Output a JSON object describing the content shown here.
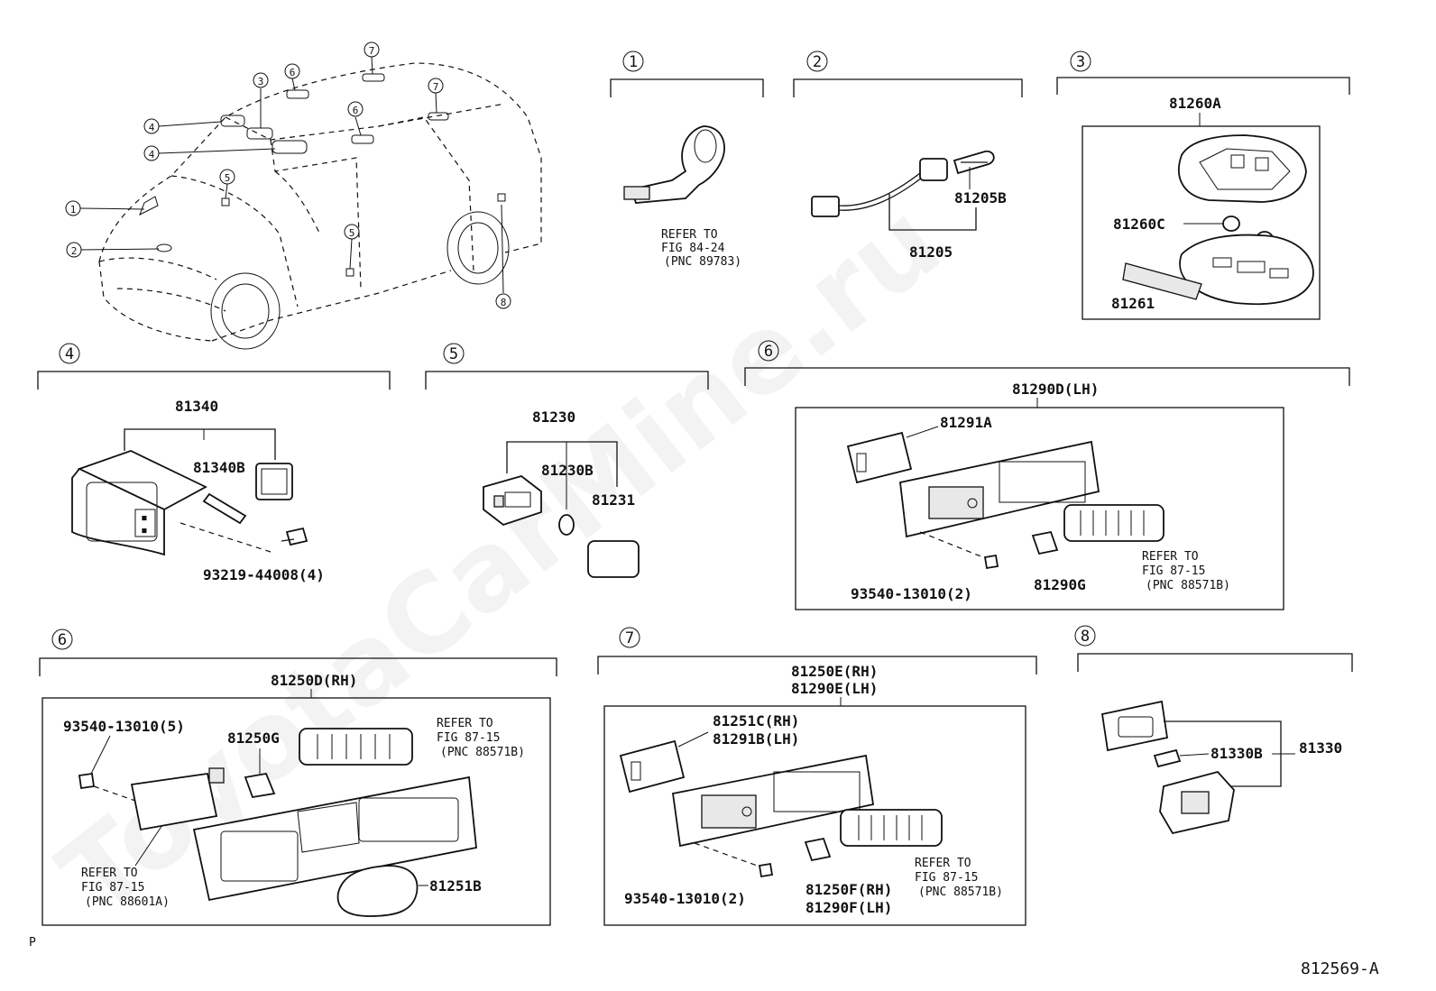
{
  "diagram": {
    "watermark": "ToyotaCarMine.ru",
    "figure_id": "812569-A",
    "corner_mark": "P",
    "car_callouts": [
      "1",
      "2",
      "3",
      "4",
      "4",
      "5",
      "5",
      "6",
      "6",
      "7",
      "7",
      "8"
    ],
    "sections": [
      {
        "id": "1",
        "parts": [],
        "notes": [
          "REFER TO",
          "FIG 84-24",
          "(PNC 89783)"
        ]
      },
      {
        "id": "2",
        "parts": [
          "81205B",
          "81205"
        ]
      },
      {
        "id": "3",
        "parts": [
          "81260A",
          "81260C",
          "81261"
        ]
      },
      {
        "id": "4",
        "parts": [
          "81340",
          "81340B",
          "93219-44008(4)"
        ]
      },
      {
        "id": "5",
        "parts": [
          "81230",
          "81230B",
          "81231"
        ]
      },
      {
        "id": "6",
        "title": "81290D(LH)",
        "parts": [
          "81291A",
          "81290G",
          "93540-13010(2)"
        ],
        "notes": [
          "REFER TO",
          "FIG 87-15",
          "(PNC 88571B)"
        ]
      },
      {
        "id": "6",
        "title": "81250D(RH)",
        "parts": [
          "93540-13010(5)",
          "81250G",
          "81251B"
        ],
        "notes": [
          "REFER TO",
          "FIG 87-15",
          "(PNC 88571B)"
        ],
        "notes2": [
          "REFER TO",
          "FIG 87-15",
          "(PNC 88601A)"
        ]
      },
      {
        "id": "7",
        "title": "81250E(RH)",
        "title2": "81290E(LH)",
        "parts": [
          "81251C(RH)",
          "81291B(LH)",
          "93540-13010(2)",
          "81250F(RH)",
          "81290F(LH)"
        ],
        "notes": [
          "REFER TO",
          "FIG 87-15",
          "(PNC 88571B)"
        ]
      },
      {
        "id": "8",
        "parts": [
          "81330B",
          "81330"
        ]
      }
    ]
  }
}
